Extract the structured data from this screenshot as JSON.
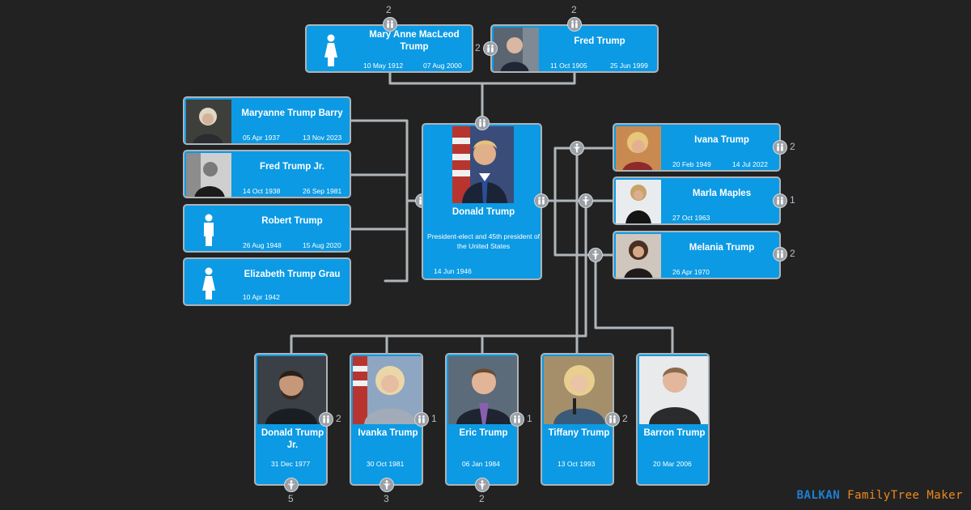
{
  "colors": {
    "background": "#222222",
    "card": "#0c9ae4",
    "card_border": "#aeb3b8",
    "line": "#b0b5ba",
    "brand_blue": "#1d7fd6",
    "brand_orange": "#f08a1c"
  },
  "icons": {
    "couple": "couple-icon",
    "child": "child-icon",
    "female": "female-silhouette-icon",
    "male": "male-silhouette-icon"
  },
  "parents": {
    "mother": {
      "name": "Mary Anne MacLeod Trump",
      "birth": "10 May 1912",
      "death": "07 Aug 2000",
      "count": "2"
    },
    "father": {
      "name": "Fred Trump",
      "birth": "11 Oct 1905",
      "death": "25 Jun 1999",
      "count_top": "2",
      "count_left": "2"
    }
  },
  "siblings": [
    {
      "name": "Maryanne Trump Barry",
      "birth": "05 Apr 1937",
      "death": "13 Nov 2023"
    },
    {
      "name": "Fred Trump Jr.",
      "birth": "14 Oct 1938",
      "death": "26 Sep 1981"
    },
    {
      "name": "Robert Trump",
      "birth": "26 Aug 1948",
      "death": "15 Aug 2020"
    },
    {
      "name": "Elizabeth Trump Grau",
      "birth": "10 Apr 1942",
      "death": ""
    }
  ],
  "main": {
    "name": "Donald Trump",
    "description": "President-elect and 45th president of the United States",
    "birth": "14 Jun 1946"
  },
  "spouses": [
    {
      "name": "Ivana Trump",
      "birth": "20 Feb 1949",
      "death": "14 Jul 2022",
      "count": "2"
    },
    {
      "name": "Marla Maples",
      "birth": "27 Oct 1963",
      "death": "",
      "count": "1"
    },
    {
      "name": "Melania Trump",
      "birth": "26 Apr 1970",
      "death": "",
      "count": "2"
    }
  ],
  "children": [
    {
      "name": "Donald Trump Jr.",
      "birth": "31 Dec 1977",
      "partner_count": "2",
      "child_count": "5"
    },
    {
      "name": "Ivanka Trump",
      "birth": "30 Oct 1981",
      "partner_count": "1",
      "child_count": "3"
    },
    {
      "name": "Eric Trump",
      "birth": "06 Jan 1984",
      "partner_count": "1",
      "child_count": "2"
    },
    {
      "name": "Tiffany Trump",
      "birth": "13 Oct 1993",
      "partner_count": "2",
      "child_count": ""
    },
    {
      "name": "Barron Trump",
      "birth": "20 Mar 2006",
      "partner_count": "",
      "child_count": ""
    }
  ],
  "brand": {
    "part1": "BALKAN",
    "part2": "FamilyTree Maker"
  }
}
